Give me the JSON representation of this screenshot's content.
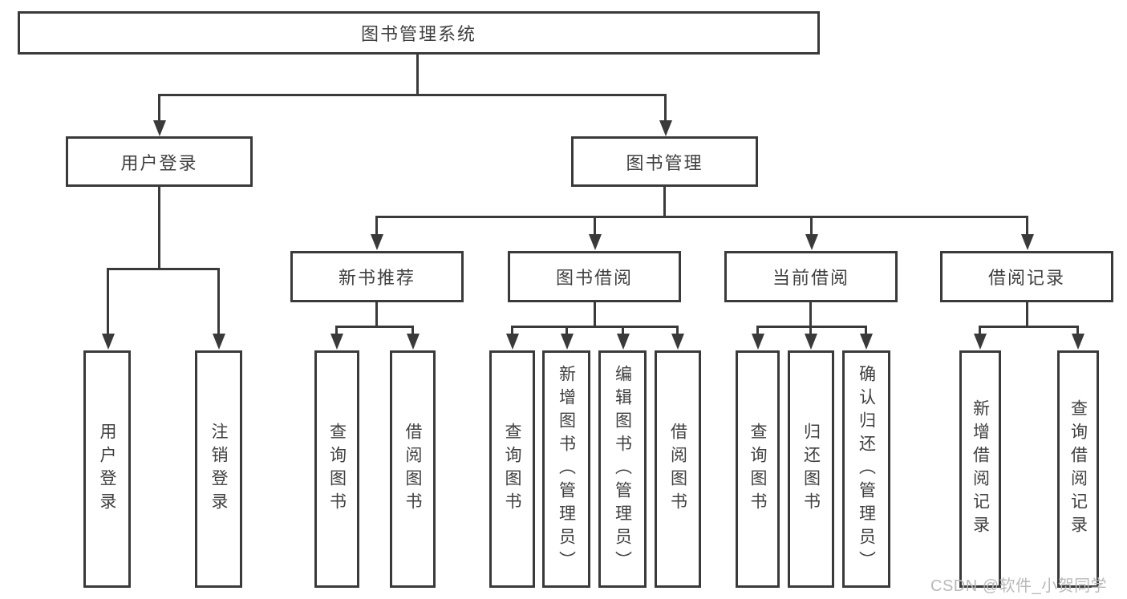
{
  "tree": {
    "label": "图书管理系统",
    "children": [
      {
        "label": "用户登录",
        "children": [
          {
            "label": "用户登录"
          },
          {
            "label": "注销登录"
          }
        ]
      },
      {
        "label": "图书管理",
        "children": [
          {
            "label": "新书推荐",
            "children": [
              {
                "label": "查询图书"
              },
              {
                "label": "借阅图书"
              }
            ]
          },
          {
            "label": "图书借阅",
            "children": [
              {
                "label": "查询图书"
              },
              {
                "label": "新增图书（管理员）"
              },
              {
                "label": "编辑图书（管理员）"
              },
              {
                "label": "借阅图书"
              }
            ]
          },
          {
            "label": "当前借阅",
            "children": [
              {
                "label": "查询图书"
              },
              {
                "label": "归还图书"
              },
              {
                "label": "确认归还（管理员）"
              }
            ]
          },
          {
            "label": "借阅记录",
            "children": [
              {
                "label": "新增借阅记录"
              },
              {
                "label": "查询借阅记录"
              }
            ]
          }
        ]
      }
    ]
  },
  "watermark": {
    "text": "CSDN @软件_小贺同学"
  },
  "colors": {
    "line": "#3a3a3a",
    "text": "#404040",
    "box_background": "#ffffff",
    "watermark": "#b9b9b9",
    "page_background": "#ffffff"
  }
}
